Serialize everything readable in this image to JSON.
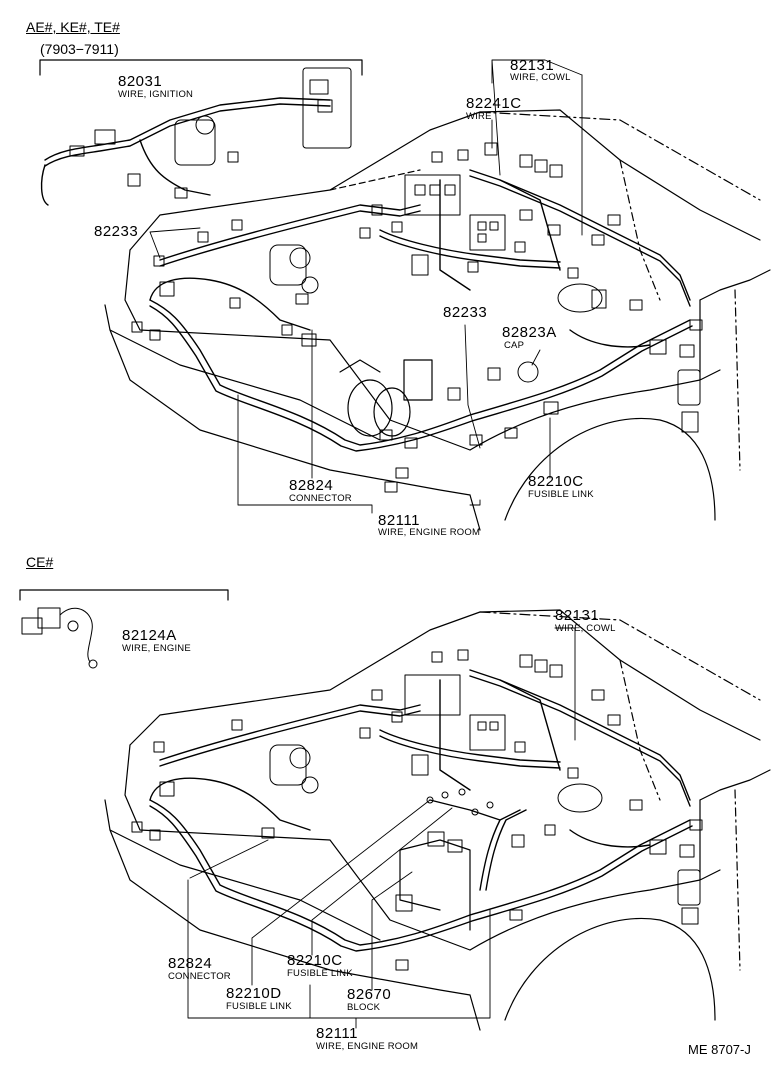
{
  "diagram": {
    "top": {
      "models": "AE#, KE#, TE#",
      "date_range": "(7903−7911)",
      "parts": [
        {
          "id": "p82031",
          "number": "82031",
          "desc": "WIRE, IGNITION"
        },
        {
          "id": "p82131",
          "number": "82131",
          "desc": "WIRE, COWL"
        },
        {
          "id": "p82241c",
          "number": "82241C",
          "desc": "WIRE"
        },
        {
          "id": "p82233a",
          "number": "82233",
          "desc": ""
        },
        {
          "id": "p82233b",
          "number": "82233",
          "desc": ""
        },
        {
          "id": "p82823a",
          "number": "82823A",
          "desc": "CAP"
        },
        {
          "id": "p82824",
          "number": "82824",
          "desc": "CONNECTOR"
        },
        {
          "id": "p82210c",
          "number": "82210C",
          "desc": "FUSIBLE LINK"
        },
        {
          "id": "p82111",
          "number": "82111",
          "desc": "WIRE, ENGINE ROOM"
        }
      ]
    },
    "bottom": {
      "models": "CE#",
      "parts": [
        {
          "id": "p82124a",
          "number": "82124A",
          "desc": "WIRE, ENGINE"
        },
        {
          "id": "p82131",
          "number": "82131",
          "desc": "WIRE, COWL"
        },
        {
          "id": "p82824",
          "number": "82824",
          "desc": "CONNECTOR"
        },
        {
          "id": "p82210c",
          "number": "82210C",
          "desc": "FUSIBLE LINK"
        },
        {
          "id": "p82210d",
          "number": "82210D",
          "desc": "FUSIBLE LINK"
        },
        {
          "id": "p82670",
          "number": "82670",
          "desc": "BLOCK"
        },
        {
          "id": "p82111",
          "number": "82111",
          "desc": "WIRE, ENGINE ROOM"
        }
      ]
    },
    "footer_code": "ME 8707-J"
  }
}
